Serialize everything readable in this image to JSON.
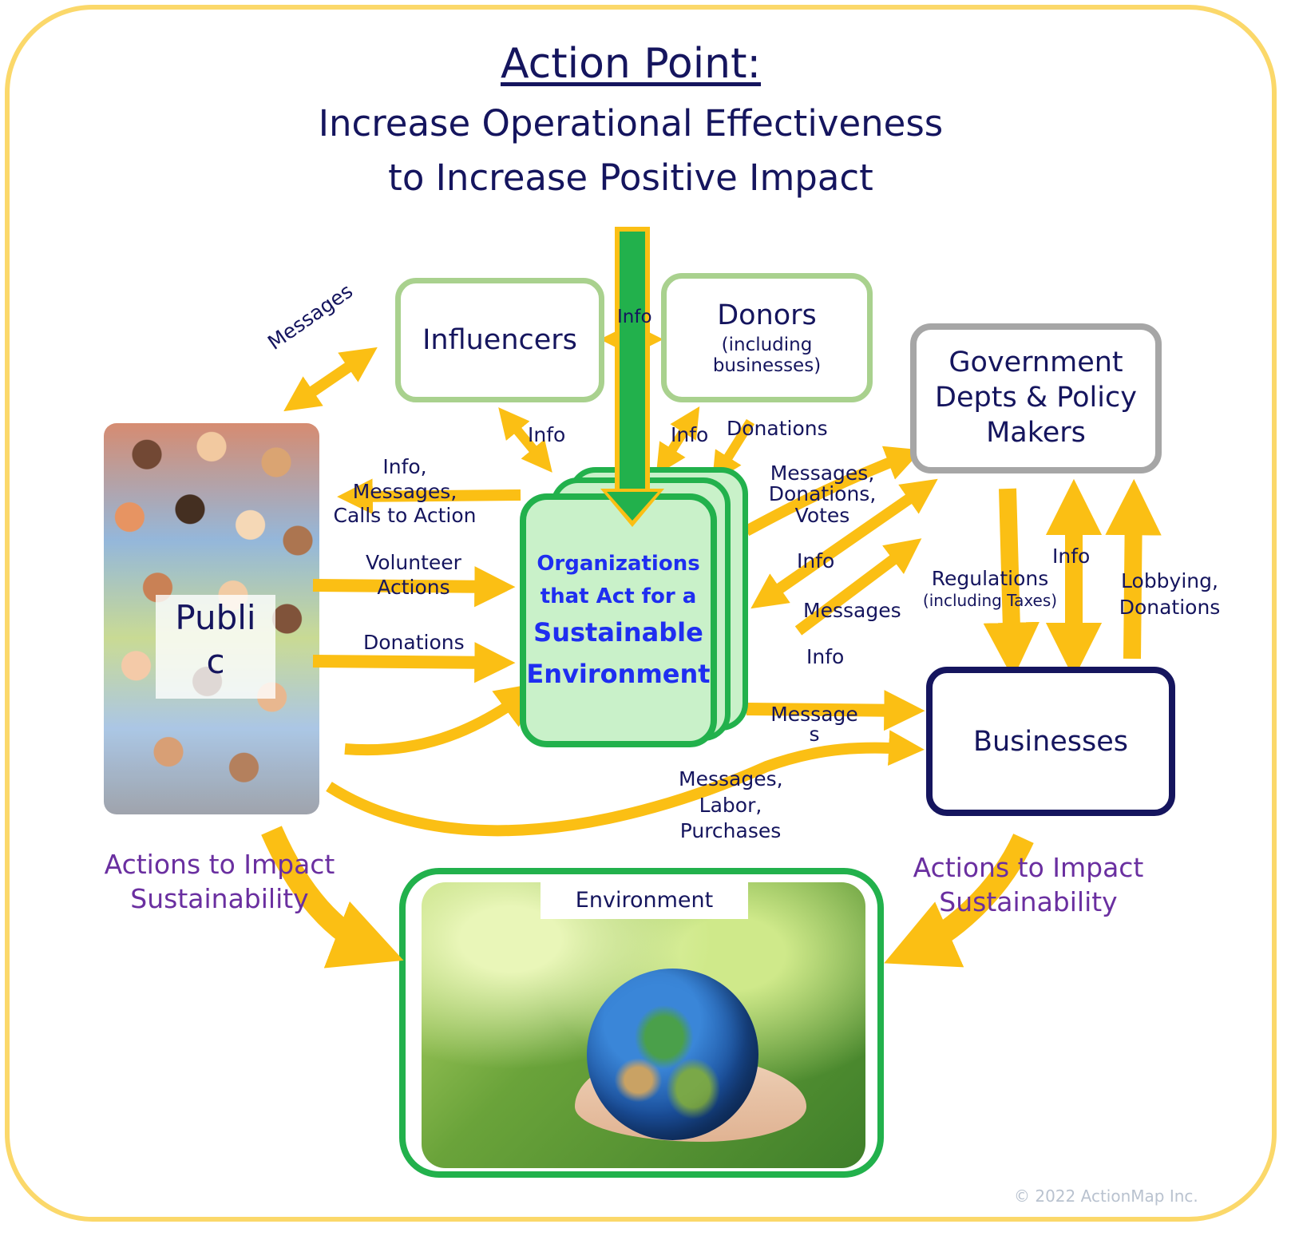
{
  "title": {
    "heading": "Action Point:",
    "line1": "Increase Operational Effectiveness",
    "line2": "to Increase Positive Impact"
  },
  "nodes": {
    "influencers": "Influencers",
    "donors": "Donors",
    "donors_sub_1": "(including",
    "donors_sub_2": "businesses)",
    "government_1": "Government",
    "government_2": "Depts & Policy",
    "government_3": "Makers",
    "org_1": "Organizations",
    "org_2": "that Act for a",
    "org_3": "Sustainable",
    "org_4": "Environment",
    "businesses": "Businesses",
    "public_1": "Publi",
    "public_2": "c",
    "environment": "Environment"
  },
  "flows": {
    "messages_public_influencers": "Messages",
    "info_top": "Info",
    "info_influencers_org": "Info",
    "info_donors_org": "Info",
    "donations_donors_org": "Donations",
    "info_messages_calls_1": "Info,",
    "info_messages_calls_2": "Messages,",
    "info_messages_calls_3": "Calls to Action",
    "volunteer_1": "Volunteer",
    "volunteer_2": "Actions",
    "donations_public_org": "Donations",
    "msg_don_votes_1": "Messages,",
    "msg_don_votes_2": "Donations,",
    "msg_don_votes_3": "Votes",
    "info_gov_org": "Info",
    "messages_org_gov": "Messages",
    "info_org_biz": "Info",
    "messages_org_biz_1": "Message",
    "messages_org_biz_2": "s",
    "mlp_1": "Messages,",
    "mlp_2": "Labor,",
    "mlp_3": "Purchases",
    "regulations": "Regulations",
    "regulations_sub": "(including Taxes)",
    "info_gov_biz": "Info",
    "lobbying_1": "Lobbying,",
    "lobbying_2": "Donations",
    "actions_left_1": "Actions to Impact",
    "actions_left_2": "Sustainability",
    "actions_right_1": "Actions to Impact",
    "actions_right_2": "Sustainability"
  },
  "footer": {
    "copyright": "© 2022 ActionMap Inc."
  },
  "colors": {
    "arrow": "#fbbf14",
    "green": "#22b14c",
    "light_green_border": "#a9d18e",
    "gray_border": "#a6a6a6",
    "navy": "#15155e",
    "purple": "#6a2fa0"
  }
}
